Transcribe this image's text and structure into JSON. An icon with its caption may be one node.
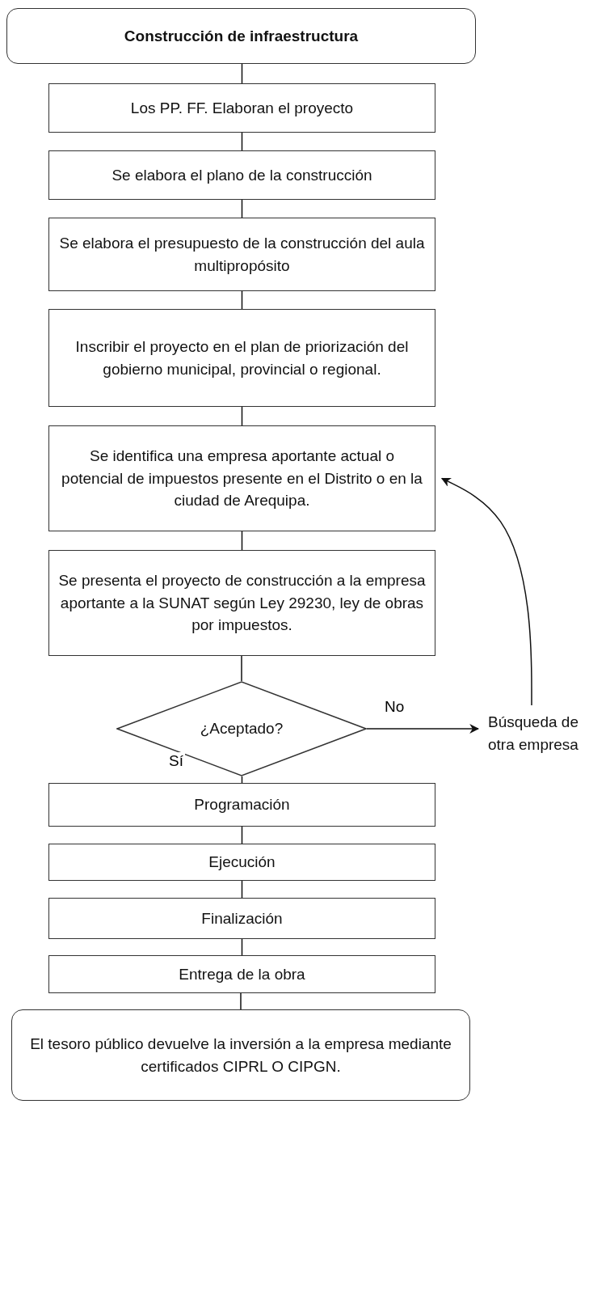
{
  "diagram": {
    "nodes": [
      {
        "text": [
          "Construcción de infraestructura"
        ]
      },
      {
        "text": [
          "Los PP. FF. Elaboran el proyecto"
        ]
      },
      {
        "text": [
          "Se elabora el plano de la construcción"
        ]
      },
      {
        "text": [
          "Se elabora el presupuesto de la construcción del aula multipropósito"
        ]
      },
      {
        "text": [
          "Inscribir el proyecto en el plan de priorización del gobierno municipal, provincial o regional."
        ]
      },
      {
        "text": [
          "Se identifica una empresa aportante actual o potencial de impuestos presente en el Distrito o en la ciudad de Arequipa."
        ]
      },
      {
        "text": [
          "Se presenta el proyecto de construcción a la empresa aportante a la SUNAT según Ley 29230, ley de obras por impuestos."
        ]
      },
      {
        "text": [
          "¿Aceptado?"
        ]
      },
      {
        "text": [
          "Búsqueda de otra empresa"
        ]
      },
      {
        "text": [
          "Programación"
        ]
      },
      {
        "text": [
          "Ejecución"
        ]
      },
      {
        "text": [
          "Finalización"
        ]
      },
      {
        "text": [
          "Entrega de la obra"
        ]
      },
      {
        "text": [
          "El tesoro público devuelve la inversión a la empresa mediante certificados CIPRL O CIPGN."
        ]
      }
    ],
    "edges": [
      {
        "from": 0,
        "to": 1,
        "arrow": "none"
      },
      {
        "from": 1,
        "to": 2,
        "arrow": "none"
      },
      {
        "from": 2,
        "to": 3,
        "arrow": "none"
      },
      {
        "from": 3,
        "to": 4,
        "arrow": "none"
      },
      {
        "from": 4,
        "to": 5,
        "arrow": "none"
      },
      {
        "from": 5,
        "to": 6,
        "arrow": "none"
      },
      {
        "from": 6,
        "to": 7,
        "arrow": "none"
      },
      {
        "from": 7,
        "to": 8,
        "arrow": "to",
        "label": "No"
      },
      {
        "from": 8,
        "to": 5,
        "arrow": "to"
      },
      {
        "from": 7,
        "to": 9,
        "arrow": "none",
        "label": "Sí"
      },
      {
        "from": 9,
        "to": 10,
        "arrow": "none"
      },
      {
        "from": 10,
        "to": 11,
        "arrow": "none"
      },
      {
        "from": 11,
        "to": 12,
        "arrow": "none"
      },
      {
        "from": 12,
        "to": 13,
        "arrow": "none"
      }
    ]
  }
}
